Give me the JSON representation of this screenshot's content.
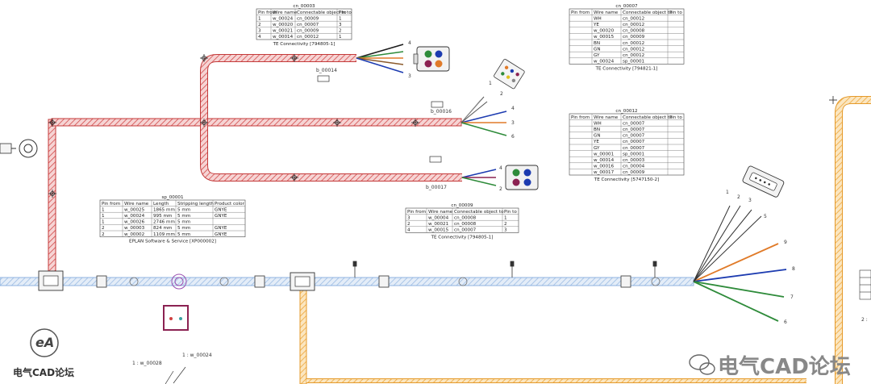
{
  "colors": {
    "harness_red": "#e05a5a",
    "harness_blue": "#8fb3e0",
    "harness_orange": "#f0b24a",
    "wire_green": "#2e8b3a",
    "wire_blue": "#1c3bb0",
    "wire_orange": "#e07a28",
    "wire_brown": "#8b5a2b",
    "connector_purple": "#8b2252"
  },
  "tables": {
    "cn00003": {
      "title": "cn_00003",
      "headers": [
        "Pin from",
        "Wire name",
        "Connectable object to",
        "Pin to"
      ],
      "rows": [
        [
          "1",
          "w_00024",
          "cn_00009",
          "1"
        ],
        [
          "2",
          "w_00020",
          "cn_00007",
          "3"
        ],
        [
          "3",
          "w_00021",
          "cn_00009",
          "2"
        ],
        [
          "4",
          "w_00014",
          "cn_00012",
          "1"
        ]
      ],
      "caption": "TE Connectivity [794805-1]"
    },
    "cn00007": {
      "title": "cn_00007",
      "headers": [
        "Pin from",
        "Wire name",
        "Connectable object to",
        "Pin to"
      ],
      "rows": [
        [
          "",
          "WH",
          "cn_00012",
          ""
        ],
        [
          "",
          "YE",
          "cn_00012",
          ""
        ],
        [
          "",
          "w_00020",
          "cn_00008",
          ""
        ],
        [
          "",
          "w_00015",
          "cn_00009",
          ""
        ],
        [
          "",
          "BN",
          "cn_00012",
          ""
        ],
        [
          "",
          "GN",
          "cn_00012",
          ""
        ],
        [
          "",
          "GY",
          "cn_00012",
          ""
        ],
        [
          "",
          "w_00024",
          "sp_00001",
          ""
        ]
      ],
      "caption": "TE Connectivity [794821-1]"
    },
    "cn00012": {
      "title": "cn_00012",
      "headers": [
        "Pin from",
        "Wire name",
        "Connectable object to",
        "Pin to"
      ],
      "rows": [
        [
          "",
          "WH",
          "cn_00007",
          ""
        ],
        [
          "",
          "BN",
          "cn_00007",
          ""
        ],
        [
          "",
          "GN",
          "cn_00007",
          ""
        ],
        [
          "",
          "YE",
          "cn_00007",
          ""
        ],
        [
          "",
          "GY",
          "cn_00007",
          ""
        ],
        [
          "",
          "w_00001",
          "sp_00001",
          ""
        ],
        [
          "",
          "w_00014",
          "cn_00003",
          ""
        ],
        [
          "",
          "w_00016",
          "cn_00004",
          ""
        ],
        [
          "",
          "w_00017",
          "cn_00009",
          ""
        ]
      ],
      "caption": "TE Connectivity [5747150-2]"
    },
    "sp00001": {
      "title": "sp_00001",
      "headers": [
        "Pin from",
        "Wire name",
        "Length",
        "Stripping length",
        "Product color"
      ],
      "rows": [
        [
          "1",
          "w_00025",
          "1865 mm",
          "5 mm",
          "GNYE"
        ],
        [
          "1",
          "w_00024",
          "995 mm",
          "5 mm",
          "GNYE"
        ],
        [
          "1",
          "w_00026",
          "2746 mm",
          "5 mm",
          ""
        ],
        [
          "2",
          "w_00003",
          "824 mm",
          "5 mm",
          "GNYE"
        ],
        [
          "2",
          "w_00002",
          "1109 mm",
          "5 mm",
          "GNYE"
        ]
      ],
      "caption": "EPLAN Software & Service [XP000002]"
    },
    "cn00009": {
      "title": "cn_00009",
      "headers": [
        "Pin from",
        "Wire name",
        "Connectable object to",
        "Pin to"
      ],
      "rows": [
        [
          "3",
          "w_00004",
          "cn_00008",
          "1"
        ],
        [
          "2",
          "w_00021",
          "cn_00008",
          "2"
        ],
        [
          "4",
          "w_00015",
          "cn_00007",
          "3"
        ]
      ],
      "caption": "TE Connectivity [794805-1]"
    }
  },
  "labels": {
    "w14": "b_00014",
    "w16": "b_00016",
    "w17": "b_00017",
    "bottom_w28": "1 : w_00028",
    "bottom_w24": "1 : w_00024",
    "right_edge": "2 :"
  },
  "pins": {
    "top": [
      "4",
      "3"
    ],
    "mid": [
      "4",
      "3",
      "6"
    ],
    "low": [
      "4",
      "2"
    ],
    "angled": [
      "1",
      "2"
    ],
    "fan_top": [
      "1",
      "2",
      "3",
      "5"
    ],
    "fan_right": [
      "9",
      "8",
      "7",
      "6"
    ]
  },
  "watermark": {
    "logo_text": "电气CAD论坛",
    "brand_text": "电气CAD论坛"
  }
}
